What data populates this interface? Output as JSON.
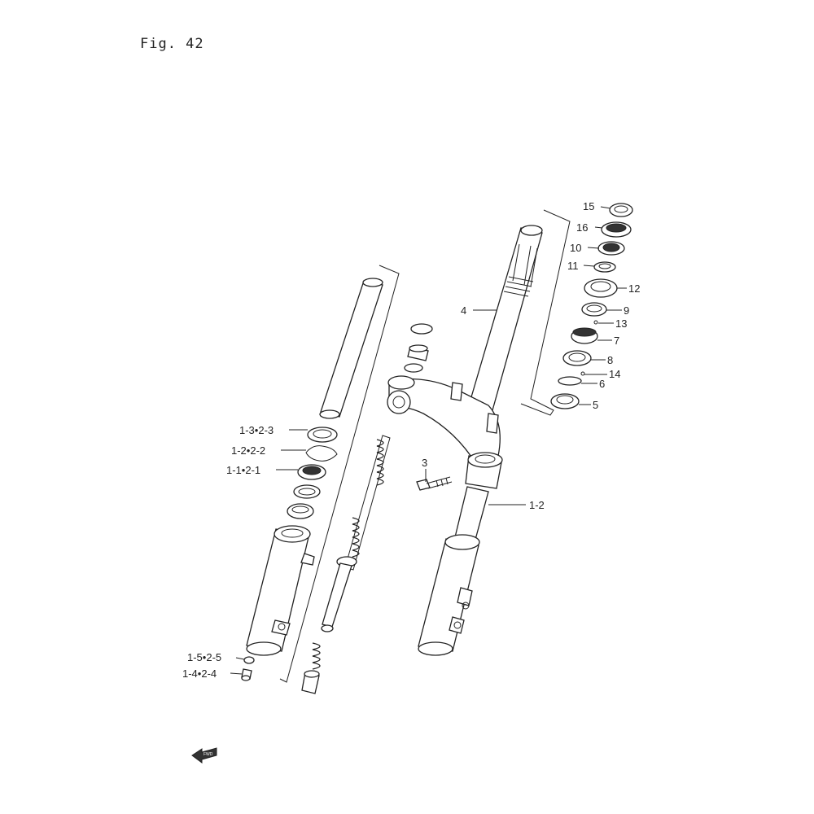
{
  "figure": {
    "title": "Fig. 42"
  },
  "callouts": {
    "p15": "15",
    "p16": "16",
    "p10": "10",
    "p11": "11",
    "p12": "12",
    "p9": "9",
    "p13": "13",
    "p7": "7",
    "p8": "8",
    "p14": "14",
    "p6": "6",
    "p5": "5",
    "p4": "4",
    "p3": "3",
    "p1_2": "1-2",
    "p1_3_2_3": "1-3•2-3",
    "p1_2_2_2": "1-2•2-2",
    "p1_1_2_1": "1-1•2-1",
    "p1_5_2_5": "1-5•2-5",
    "p1_4_2_4": "1-4•2-4"
  },
  "direction_marker": {
    "label": "FWD",
    "icon": "front-arrow-icon"
  }
}
